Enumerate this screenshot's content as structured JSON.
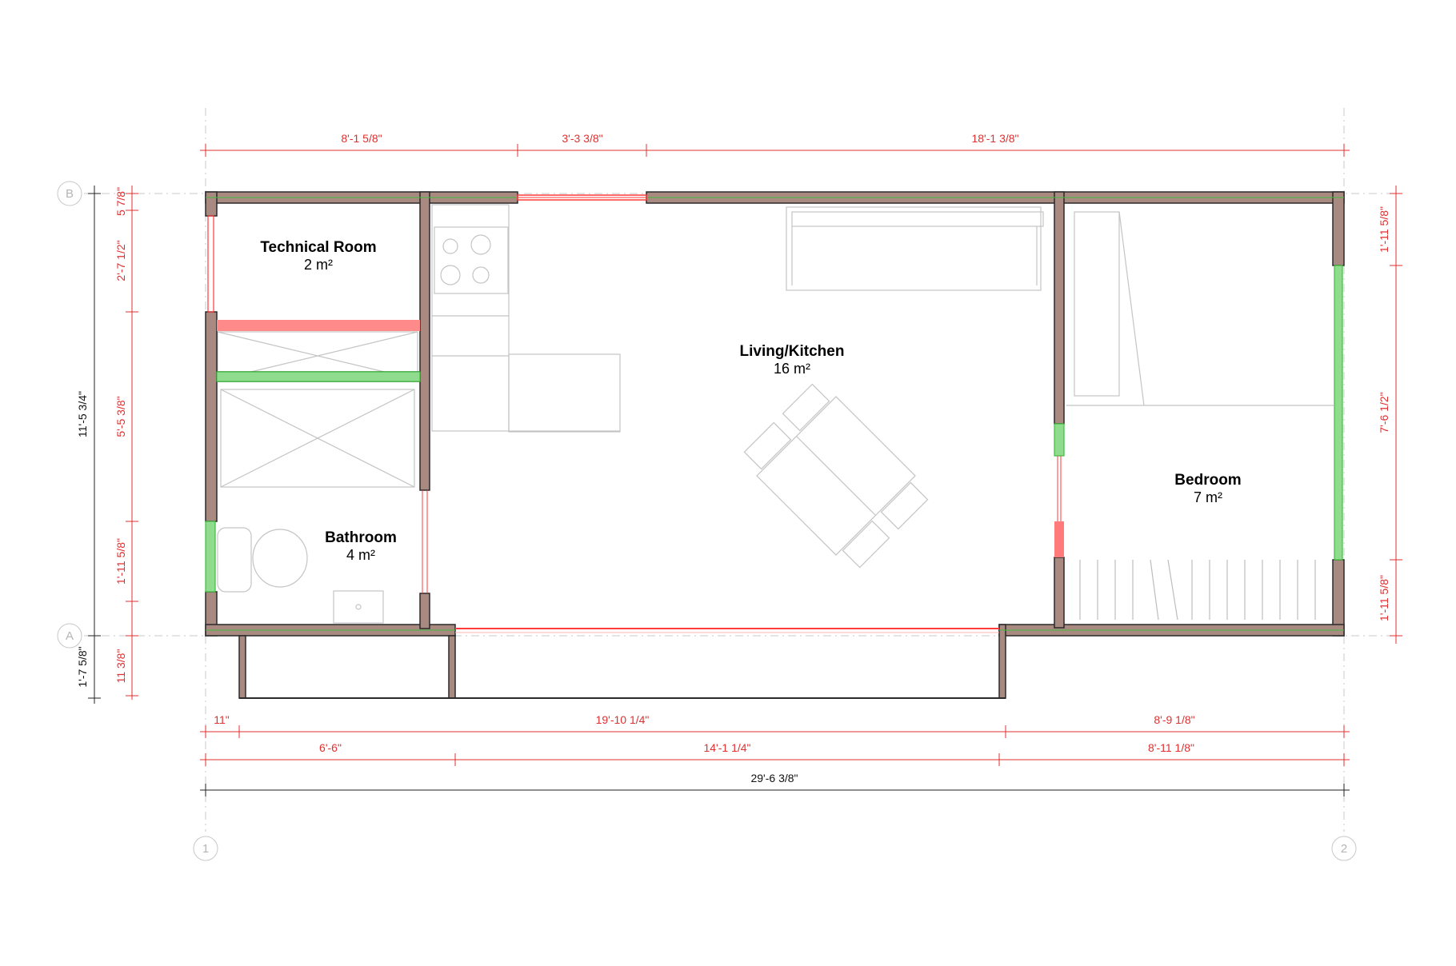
{
  "grid": {
    "row_b": "B",
    "row_a": "A",
    "col_1": "1",
    "col_2": "2"
  },
  "rooms": {
    "technical": {
      "name": "Technical Room",
      "area": "2 m²"
    },
    "bathroom": {
      "name": "Bathroom",
      "area": "4 m²"
    },
    "living": {
      "name": "Living/Kitchen",
      "area": "16 m²"
    },
    "bedroom": {
      "name": "Bedroom",
      "area": "7 m²"
    }
  },
  "dimensions": {
    "top": [
      "8'-1 5/8\"",
      "3'-3 3/8\"",
      "18'-1 3/8\""
    ],
    "bottom_row1": [
      "11\"",
      "19'-10 1/4\"",
      "8'-9 1/8\""
    ],
    "bottom_row2": [
      "6'-6\"",
      "14'-1 1/4\"",
      "8'-11 1/8\""
    ],
    "bottom_total": "29'-6 3/8\"",
    "left_inner": [
      "5 7/8\"",
      "2'-7 1/2\"",
      "5'-5 3/8\"",
      "1'-11 5/8\"",
      "11 3/8\""
    ],
    "left_outer": [
      "11'-5 3/4\"",
      "1'-7 5/8\""
    ],
    "right": [
      "1'-11 5/8\"",
      "7'-6 1/2\"",
      "1'-11 5/8\""
    ]
  },
  "colors": {
    "wall_fill": "#a98a80",
    "wall_outline": "#2a2a2a",
    "window_green": "#3fbf3f",
    "opening_red": "#ff3b3b",
    "dimension_red": "#e03030",
    "grid_gray": "#b5b5b5"
  }
}
